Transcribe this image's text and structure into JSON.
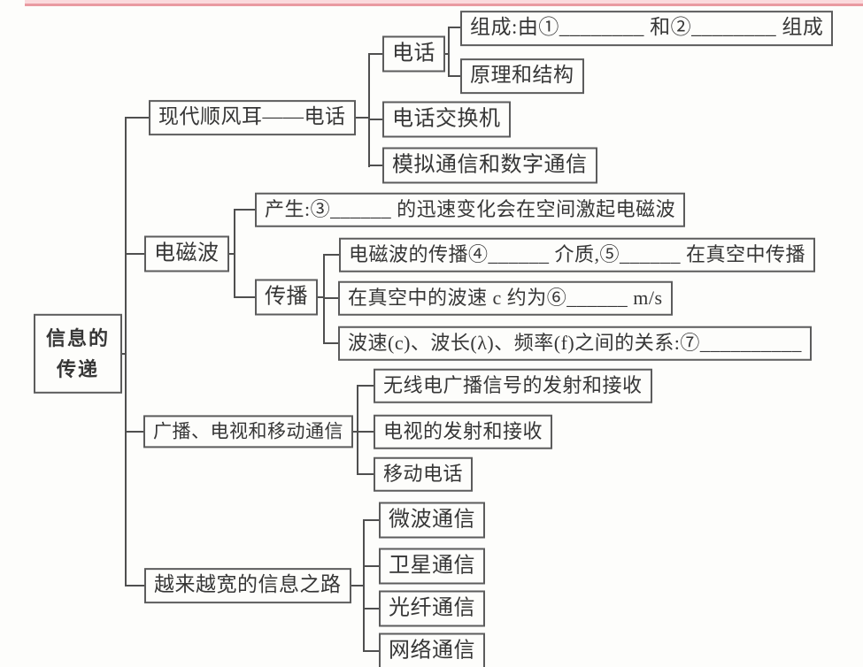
{
  "title": "信息的传递知识结构图",
  "colors": {
    "line": "#4f4f4f",
    "box_border": "#5c5c5c",
    "text": "#363636",
    "scan_edge_pink": "#e99aa1",
    "background": "#fdfdfb"
  },
  "root": {
    "label_line1": "信息的",
    "label_line2": "传递"
  },
  "branches": [
    {
      "label": "现代顺风耳——电话",
      "children": [
        {
          "label": "电话",
          "children": [
            {
              "label": "组成:由①________ 和②________ 组成"
            },
            {
              "label": "原理和结构"
            }
          ]
        },
        {
          "label": "电话交换机"
        },
        {
          "label": "模拟通信和数字通信"
        }
      ]
    },
    {
      "label": "电磁波",
      "children": [
        {
          "label": "产生:③______ 的迅速变化会在空间激起电磁波"
        },
        {
          "label": "传播",
          "children": [
            {
              "label": "电磁波的传播④______ 介质,⑤______ 在真空中传播"
            },
            {
              "label": "在真空中的波速 c 约为⑥______ m/s"
            },
            {
              "label": "波速(c)、波长(λ)、频率(f)之间的关系:⑦__________"
            }
          ]
        }
      ]
    },
    {
      "label": "广播、电视和移动通信",
      "children": [
        {
          "label": "无线电广播信号的发射和接收"
        },
        {
          "label": "电视的发射和接收"
        },
        {
          "label": "移动电话"
        }
      ]
    },
    {
      "label": "越来越宽的信息之路",
      "children": [
        {
          "label": "微波通信"
        },
        {
          "label": "卫星通信"
        },
        {
          "label": "光纤通信"
        },
        {
          "label": "网络通信"
        }
      ]
    }
  ]
}
